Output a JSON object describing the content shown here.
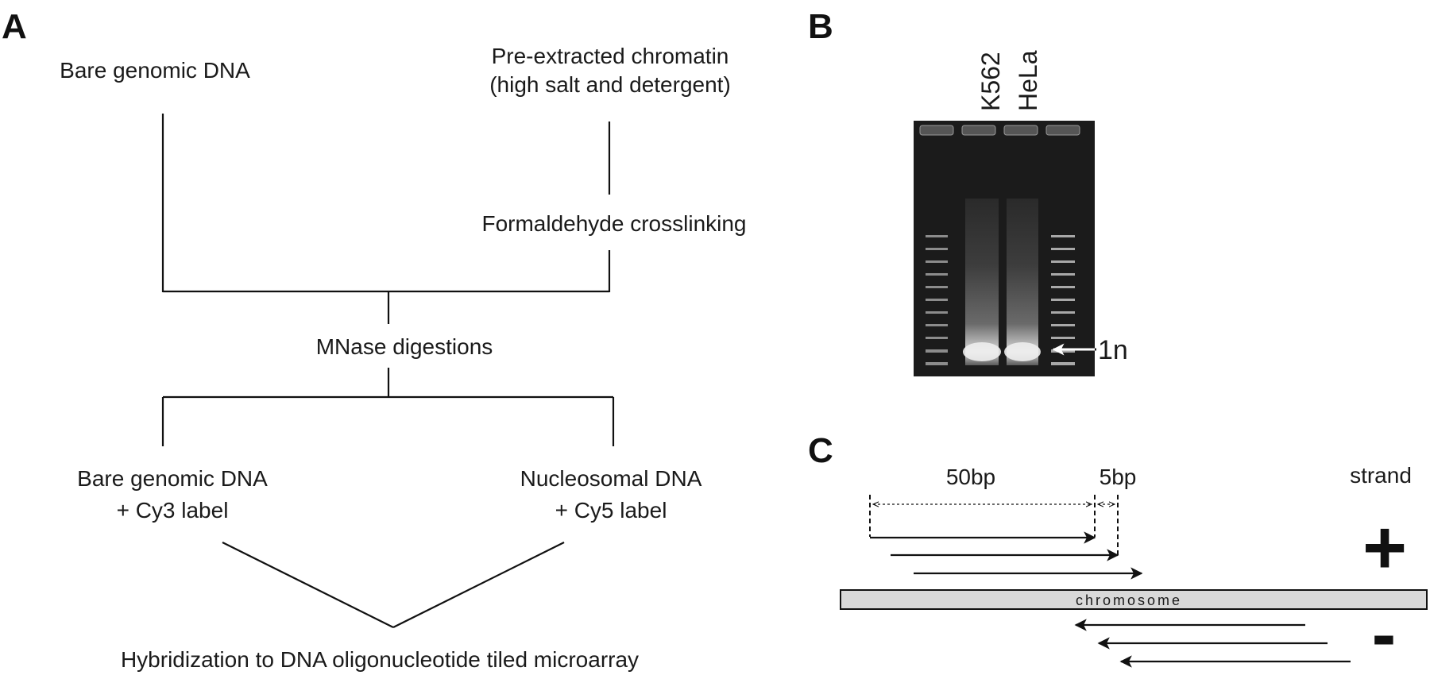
{
  "panels": {
    "a": "A",
    "b": "B",
    "c": "C"
  },
  "flow": {
    "bare_genomic": "Bare genomic DNA",
    "preextracted_line1": "Pre-extracted chromatin",
    "preextracted_line2": "(high salt and detergent)",
    "formaldehyde": "Formaldehyde crosslinking",
    "mnase": "MNase digestions",
    "bare_cy3_line1": "Bare genomic DNA",
    "bare_cy3_line2": "+ Cy3 label",
    "nuc_cy5_line1": "Nucleosomal DNA",
    "nuc_cy5_line2": "+ Cy5 label",
    "hybridization": "Hybridization to DNA oligonucleotide tiled microarray"
  },
  "gel": {
    "lanes": [
      "K562",
      "HeLa"
    ],
    "marker_label": "1n"
  },
  "probes": {
    "label_50bp": "50bp",
    "label_5bp": "5bp",
    "strand_label": "strand",
    "plus_sign": "+",
    "minus_sign": "-",
    "chromosome_label": "chromosome"
  },
  "colors": {
    "gel_background": "#1a1a1a",
    "chromosome_fill": "#d9d9d9",
    "line": "#111111"
  }
}
